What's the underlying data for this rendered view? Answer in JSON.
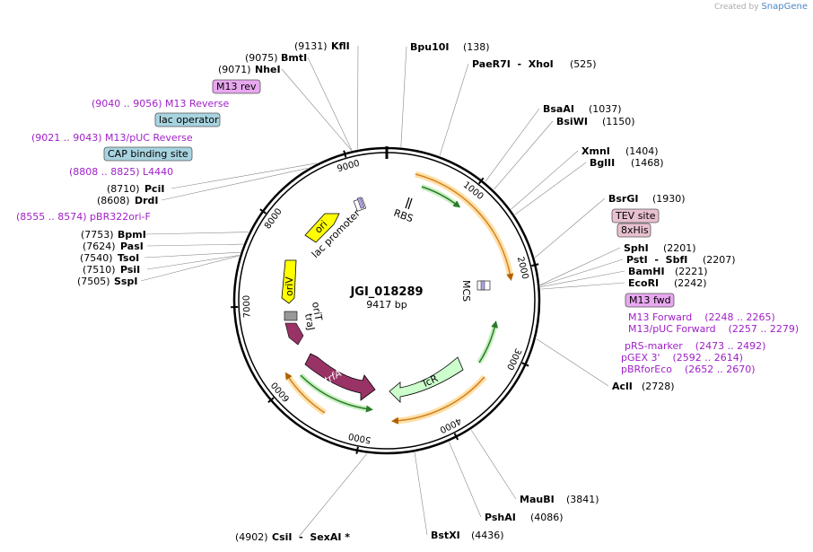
{
  "watermark": {
    "prefix": "Created by",
    "brand": "SnapGene"
  },
  "plasmid": {
    "name": "JGI_018289",
    "size_text": "9417 bp",
    "length": 9417
  },
  "ticks": [
    "1000",
    "2000",
    "3000",
    "4000",
    "5000",
    "6000",
    "7000",
    "8000",
    "9000"
  ],
  "sites": [
    {
      "num": "(9131)",
      "name": "KflI",
      "pos": 9131
    },
    {
      "num": "(9075)",
      "name": "BmtI",
      "pos": 9075
    },
    {
      "num": "(9071)",
      "name": "NheI",
      "pos": 9071
    },
    {
      "num": "(8710)",
      "name": "PciI",
      "pos": 8710
    },
    {
      "num": "(8608)",
      "name": "DrdI",
      "pos": 8608
    },
    {
      "num": "(7753)",
      "name": "BpmI",
      "pos": 7753
    },
    {
      "num": "(7624)",
      "name": "PasI",
      "pos": 7624
    },
    {
      "num": "(7540)",
      "name": "TsoI",
      "pos": 7540
    },
    {
      "num": "(7510)",
      "name": "PsiI",
      "pos": 7510
    },
    {
      "num": "(7505)",
      "name": "SspI",
      "pos": 7505
    },
    {
      "num": "(138)",
      "name": "Bpu10I",
      "pos": 138
    },
    {
      "num": "(525)",
      "name": "PaeR7I  -  XhoI",
      "pos": 525
    },
    {
      "num": "(1037)",
      "name": "BsaAI",
      "pos": 1037
    },
    {
      "num": "(1150)",
      "name": "BsiWI",
      "pos": 1150
    },
    {
      "num": "(1404)",
      "name": "XmnI",
      "pos": 1404
    },
    {
      "num": "(1468)",
      "name": "BglII",
      "pos": 1468
    },
    {
      "num": "(1930)",
      "name": "BsrGI",
      "pos": 1930
    },
    {
      "num": "(2201)",
      "name": "SphI",
      "pos": 2201
    },
    {
      "num": "(2207)",
      "name": "PstI  -  SbfI",
      "pos": 2207
    },
    {
      "num": "(2221)",
      "name": "BamHI",
      "pos": 2221
    },
    {
      "num": "(2242)",
      "name": "EcoRI",
      "pos": 2242
    },
    {
      "num": "(2728)",
      "name": "AclI",
      "pos": 2728
    },
    {
      "num": "(3841)",
      "name": "MauBI",
      "pos": 3841
    },
    {
      "num": "(4086)",
      "name": "PshAI",
      "pos": 4086
    },
    {
      "num": "(4436)",
      "name": "BstXI",
      "pos": 4436
    },
    {
      "num": "(4902)",
      "name": "CsiI  -  SexAI *",
      "pos": 4902
    }
  ],
  "primer_labels": [
    "(9040 .. 9056)  M13 Reverse",
    "(9021 .. 9043)  M13/pUC Reverse",
    "(8808 .. 8825)  L4440",
    "(8555 .. 8574)  pBR322ori-F",
    "M13 Forward    (2248 .. 2265)",
    "M13/pUC Forward    (2257 .. 2279)",
    "pRS-marker    (2473 .. 2492)",
    "pGEX 3'    (2592 .. 2614)",
    "pBRforEco    (2652 .. 2670)"
  ],
  "boxes": [
    {
      "label": "M13 rev",
      "fill": "#e8a8f0"
    },
    {
      "label": "lac operator",
      "fill": "#a8d4e0"
    },
    {
      "label": "CAP binding site",
      "fill": "#a8d4e0"
    },
    {
      "label": "TEV site",
      "fill": "#e8c0d0"
    },
    {
      "label": "8xHis",
      "fill": "#e8c0d0"
    },
    {
      "label": "M13 fwd",
      "fill": "#e8a8f0"
    }
  ],
  "features": [
    {
      "label": "ori",
      "color": "#ffff00"
    },
    {
      "label": "lac promoter",
      "color": "#ffffff"
    },
    {
      "label": "RBS",
      "color": "#ffffff"
    },
    {
      "label": "MCS",
      "color": "#ffffff"
    },
    {
      "label": "oriV",
      "color": "#ffff00"
    },
    {
      "label": "oriT",
      "color": "#999999"
    },
    {
      "label": "traJ",
      "color": "#993366"
    },
    {
      "label": "trfA",
      "color": "#993366"
    },
    {
      "label": "TcR",
      "color": "#ccffcc"
    }
  ],
  "colors": {
    "feature_text": "#a020c8",
    "orf": "#f0a030",
    "orf_inner": "#3a9a3a",
    "backbone": "#000000"
  }
}
